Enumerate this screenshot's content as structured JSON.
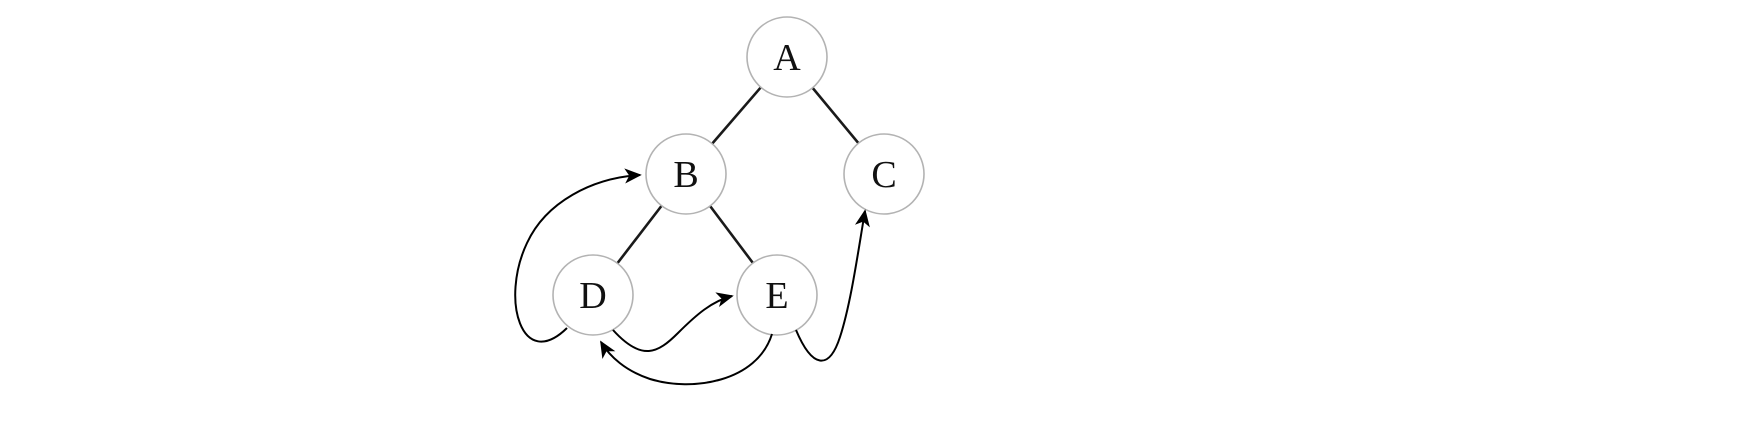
{
  "diagram": {
    "type": "graph",
    "description": "Tree of five nodes with additional curved directed edges (back/cross arrows)",
    "colors": {
      "background": "#ffffff",
      "node_fill": "#ffffff",
      "node_stroke": "#b3b3b3",
      "tree_edge": "#1a1a1a",
      "arrow": "#000000",
      "label": "#111111"
    },
    "nodes": [
      {
        "id": "A",
        "label": "A"
      },
      {
        "id": "B",
        "label": "B"
      },
      {
        "id": "C",
        "label": "C"
      },
      {
        "id": "D",
        "label": "D"
      },
      {
        "id": "E",
        "label": "E"
      }
    ],
    "tree_edges": [
      {
        "from": "A",
        "to": "B"
      },
      {
        "from": "A",
        "to": "C"
      },
      {
        "from": "B",
        "to": "D"
      },
      {
        "from": "B",
        "to": "E"
      }
    ],
    "directed_edges": [
      {
        "from": "D",
        "to": "B"
      },
      {
        "from": "D",
        "to": "E"
      },
      {
        "from": "E",
        "to": "D"
      },
      {
        "from": "E",
        "to": "C"
      }
    ]
  }
}
